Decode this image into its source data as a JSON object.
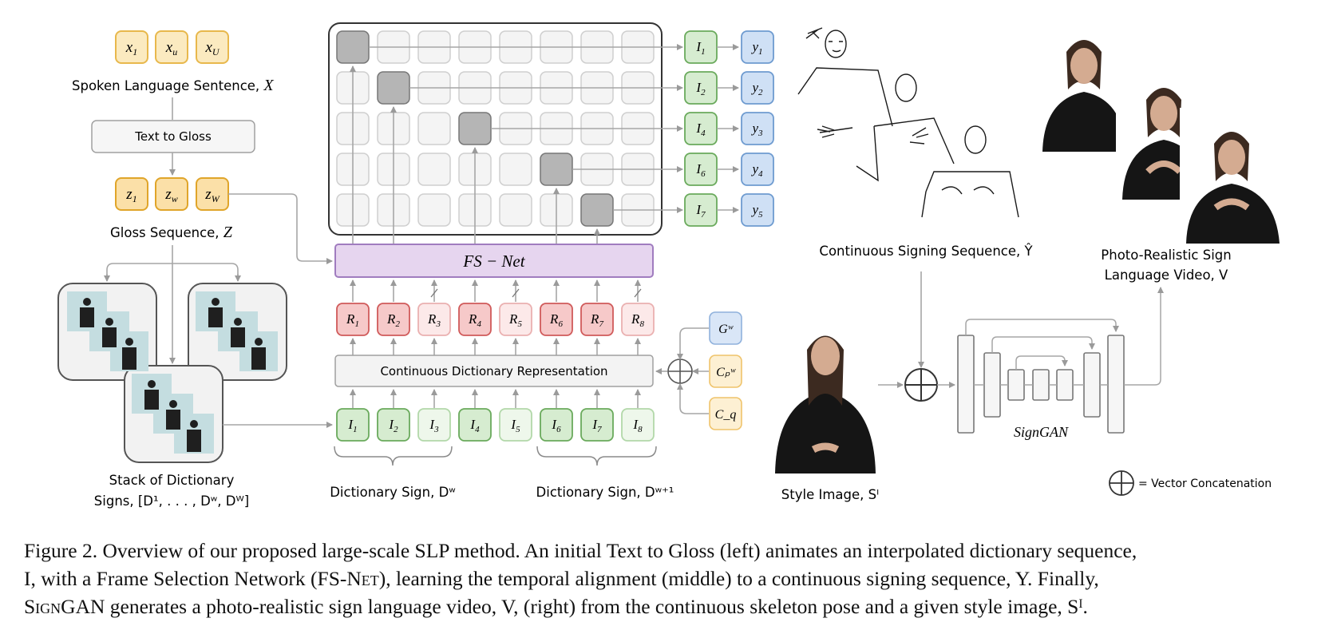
{
  "figure": {
    "x_tokens": [
      "x",
      "x",
      "x"
    ],
    "x_subs": [
      "1",
      "u",
      "U"
    ],
    "z_tokens": [
      "z",
      "z",
      "z"
    ],
    "z_subs": [
      "1",
      "w",
      "W"
    ],
    "spoken_sentence_label": "Spoken Language Sentence,",
    "spoken_sentence_symbol": "X",
    "text_to_gloss_label": "Text to Gloss",
    "gloss_sequence_label": "Gloss Sequence,",
    "gloss_sequence_symbol": "Z",
    "stack_label_line1": "Stack of Dictionary",
    "stack_label_line2": "Signs, [D¹, . . . , Dʷ, Dᵂ]",
    "fsnet_label": "FS − Net",
    "cdr_label": "Continuous Dictionary Representation",
    "r_labels": [
      "R1",
      "R2",
      "R3",
      "R4",
      "R5",
      "R6",
      "R7",
      "R8"
    ],
    "i_bottom_labels": [
      "I1",
      "I2",
      "I3",
      "I4",
      "I5",
      "I6",
      "I7",
      "I8"
    ],
    "i_right_labels": [
      "I1",
      "I2",
      "I4",
      "I6",
      "I7"
    ],
    "y_labels": [
      "y1",
      "y2",
      "y3",
      "y4",
      "y5"
    ],
    "g_label": "Gʷ",
    "cpw_label": "Cₚʷ",
    "cq_label": "C_q",
    "dict_sign_w": "Dictionary Sign, Dʷ",
    "dict_sign_w1": "Dictionary Sign, Dʷ⁺¹",
    "continuous_seq_label": "Continuous Signing Sequence, Ŷ",
    "photo_label_line1": "Photo-Realistic Sign",
    "photo_label_line2": "Language Video, V",
    "style_image_label": "Style Image, Sᴵ",
    "signgan_label": "SignGAN",
    "vector_concat_label": "= Vector Concatenation"
  },
  "caption": {
    "line1": "Figure 2. Overview of our proposed large-scale SLP method. An initial Text to Gloss (left) animates an interpolated dictionary sequence,",
    "line2_a": "I, with a Frame Selection Network (FS-",
    "line2_net": "Net",
    "line2_b": "), learning the temporal alignment (middle) to a continuous signing sequence, Y. Finally,",
    "line3_sign": "SignGAN",
    "line3_b": " generates a photo-realistic sign language video, V, (right) from the continuous skeleton pose and a given style image, Sᴵ."
  },
  "colors": {
    "x_fill": "#fbeac0",
    "x_stroke": "#e8b84c",
    "z_fill": "#fbe0a8",
    "z_stroke": "#e0a52a",
    "r_fill": "#f6c9c9",
    "r_stroke": "#d05a5a",
    "r_faint_fill": "#fce9e9",
    "r_faint_stroke": "#eab0b0",
    "i_fill": "#d6ecd0",
    "i_stroke": "#6aaa5c",
    "i_faint_fill": "#eef7eb",
    "i_faint_stroke": "#b2d8a9",
    "y_fill": "#cfe0f5",
    "y_stroke": "#6e9bd0",
    "fsnet_fill": "#e6d5ef",
    "fsnet_stroke": "#a07cbf",
    "grid_cell": "#f4f4f4",
    "grid_selected": "#b5b5b5"
  }
}
